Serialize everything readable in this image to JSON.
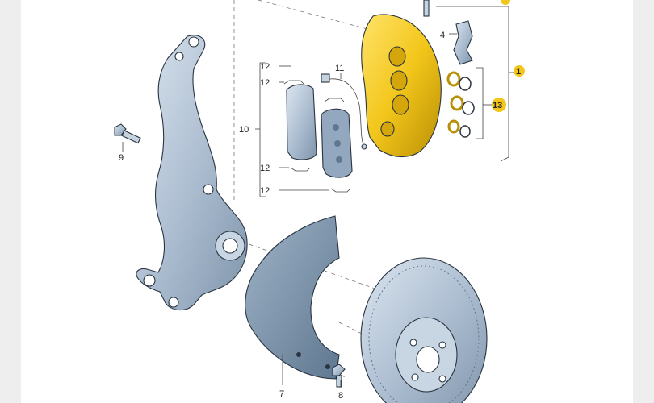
{
  "diagram": {
    "accent_color": "#f2c61a",
    "part_color": "#aebfd2",
    "callouts": {
      "c1": "1",
      "c4": "4",
      "c7": "7",
      "c8": "8",
      "c9": "9",
      "c10": "10",
      "c11": "11",
      "c12a": "12",
      "c12b": "12",
      "c12c": "12",
      "c12d": "12",
      "c13": "13"
    }
  }
}
